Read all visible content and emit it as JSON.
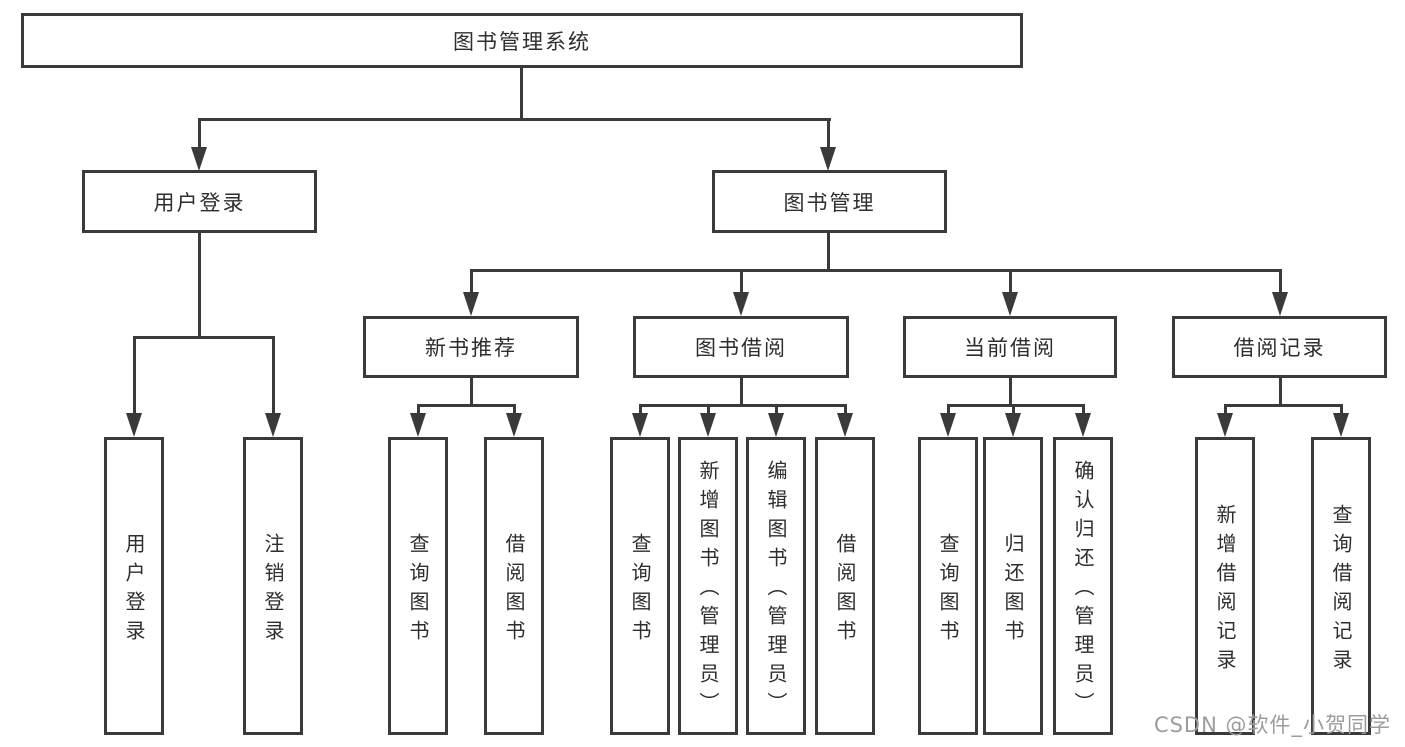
{
  "tree": {
    "label": "图书管理系统",
    "children": [
      {
        "label": "用户登录",
        "children": [
          {
            "label": "用户登录"
          },
          {
            "label": "注销登录"
          }
        ]
      },
      {
        "label": "图书管理",
        "children": [
          {
            "label": "新书推荐",
            "children": [
              {
                "label": "查询图书"
              },
              {
                "label": "借阅图书"
              }
            ]
          },
          {
            "label": "图书借阅",
            "children": [
              {
                "label": "查询图书"
              },
              {
                "label": "新增图书（管理员）"
              },
              {
                "label": "编辑图书（管理员）"
              },
              {
                "label": "借阅图书"
              }
            ]
          },
          {
            "label": "当前借阅",
            "children": [
              {
                "label": "查询图书"
              },
              {
                "label": "归还图书"
              },
              {
                "label": "确认归还（管理员）"
              }
            ]
          },
          {
            "label": "借阅记录",
            "children": [
              {
                "label": "新增借阅记录"
              },
              {
                "label": "查询借阅记录"
              }
            ]
          }
        ]
      }
    ]
  },
  "watermark": "CSDN @软件_小贺同学",
  "colors": {
    "line": "#3a3a3a",
    "text": "#2e2e2e",
    "watermark": "#9c9c9c"
  }
}
